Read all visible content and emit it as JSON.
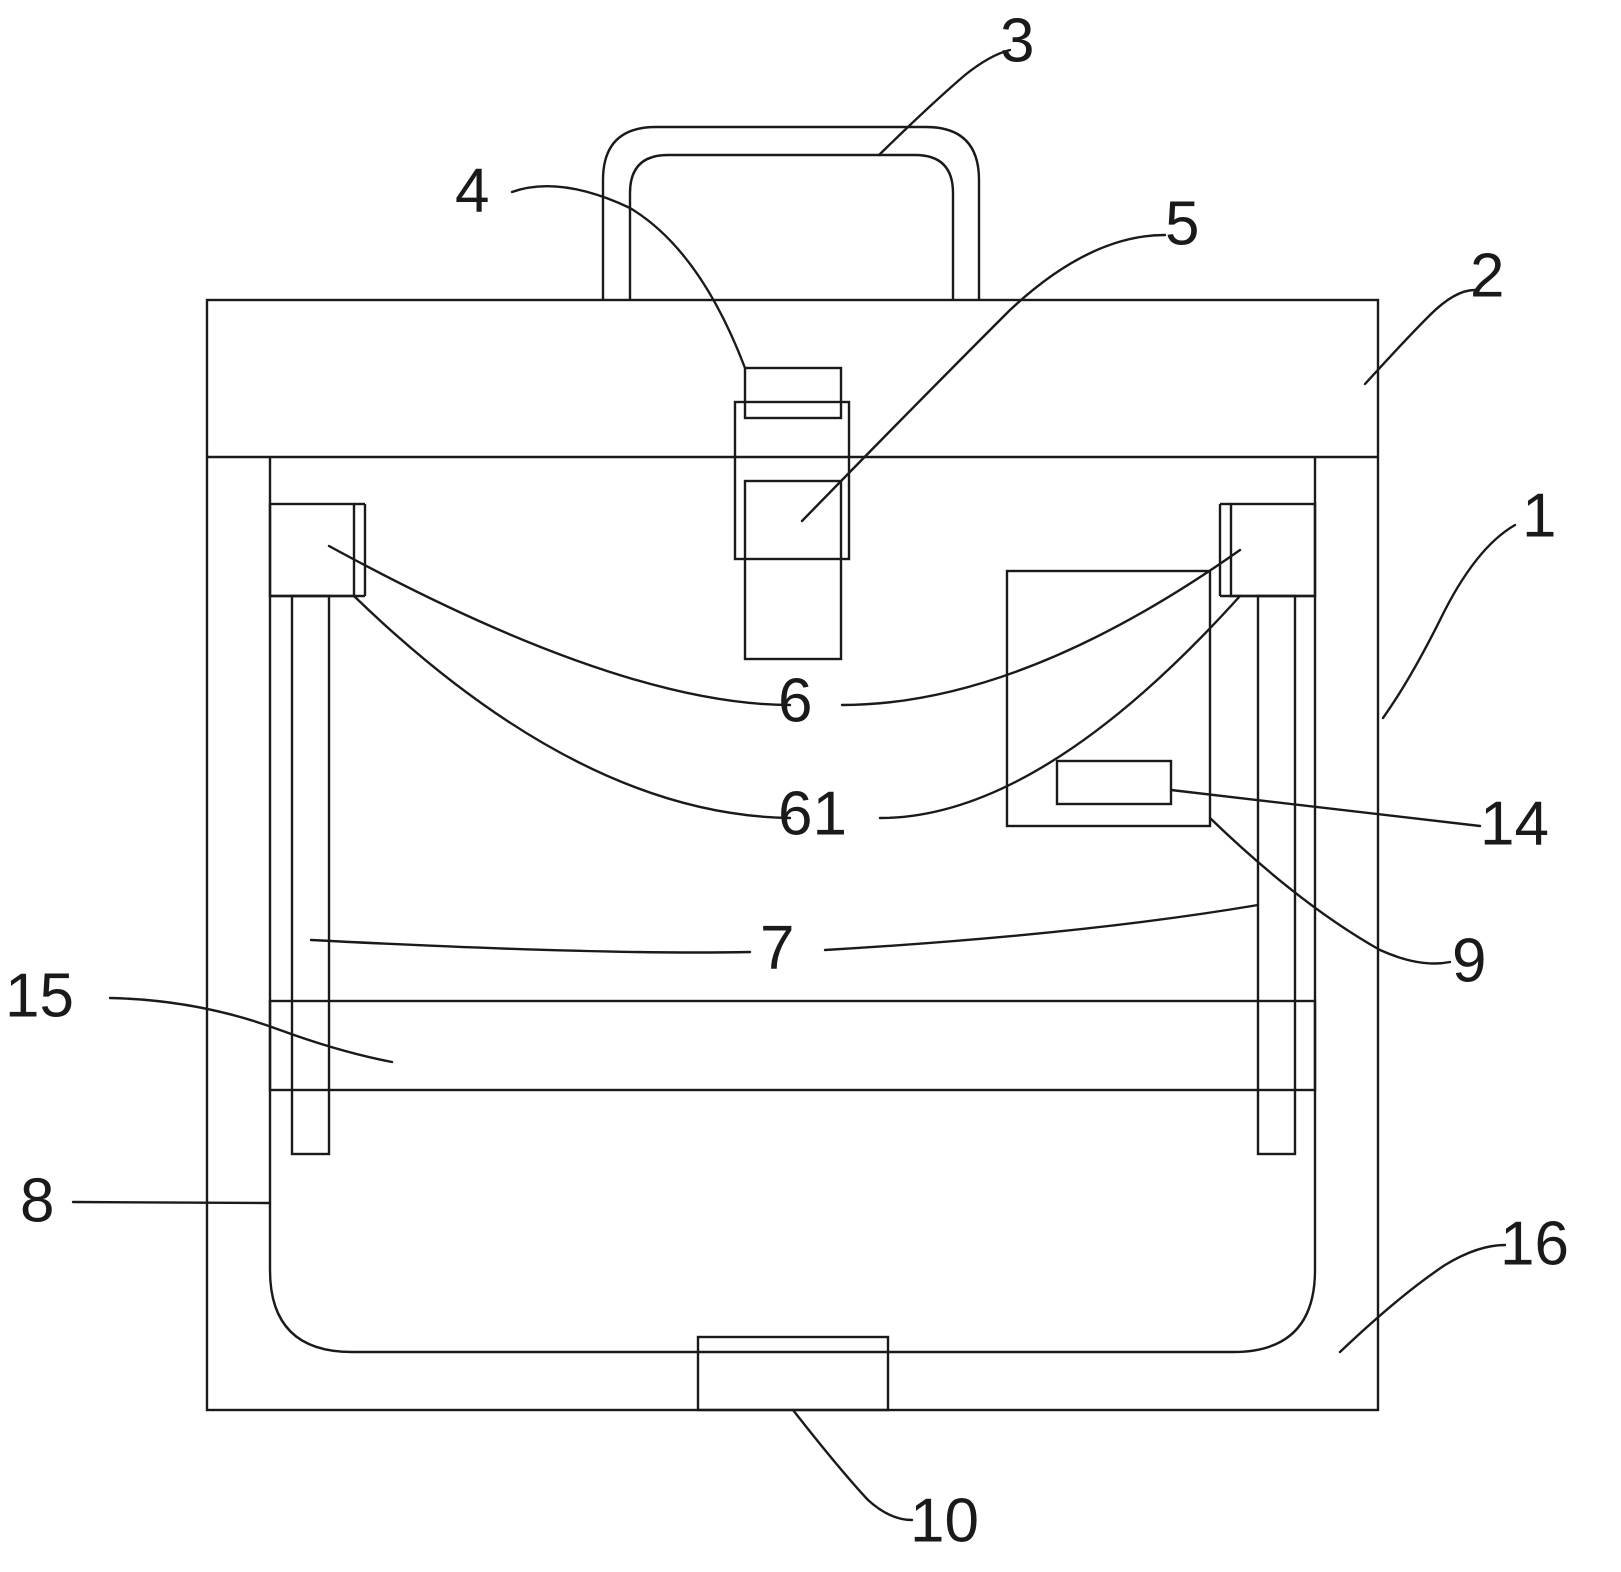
{
  "labels": {
    "l1": "1",
    "l2": "2",
    "l3": "3",
    "l4": "4",
    "l5": "5",
    "l6": "6",
    "l61": "61",
    "l7": "7",
    "l8": "8",
    "l9": "9",
    "l10": "10",
    "l14": "14",
    "l15": "15",
    "l16": "16"
  },
  "colors": {
    "line": "#1a1a1a",
    "background": "#ffffff"
  }
}
